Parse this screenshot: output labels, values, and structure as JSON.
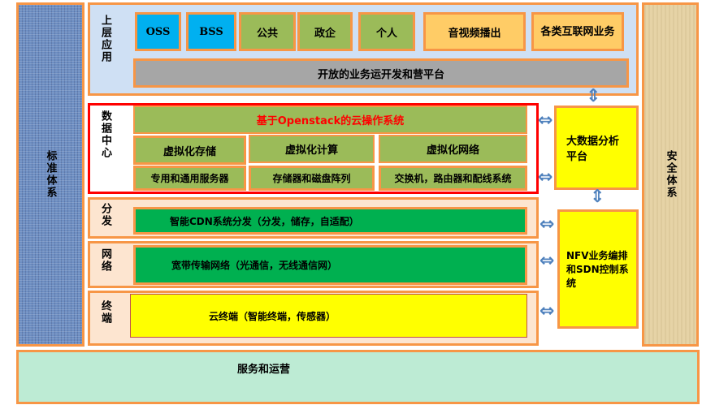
{
  "standard": "标准体系",
  "security": "安全体系",
  "upper": {
    "label": "上层应用",
    "apps": [
      "OSS",
      "BSS",
      "公共",
      "政企",
      "个人",
      "音视频播出",
      "各类互联网业务"
    ],
    "platform": "开放的业务运开发和营平台"
  },
  "datacenter": {
    "label": "数据中心",
    "os": "基于Openstack的云操作系统",
    "virt": [
      "虚拟化存储",
      "虚拟化计算",
      "虚拟化网络"
    ],
    "hw": [
      "专用和通用服务器",
      "存储器和磁盘阵列",
      "交换机，路由器和配线系统"
    ]
  },
  "distribution": {
    "label": "分发",
    "content": "智能CDN系统分发（分发，储存，自适配）"
  },
  "network": {
    "label": "网络",
    "content": "宽带传输网络（光通信，无线通信网）"
  },
  "terminal": {
    "label": "终端",
    "content": "云终端（智能终端，传感器）"
  },
  "bigdata": "大数据分析平台",
  "nfv": "NFV业务编排和SDN控制系统",
  "service": "服务和运营"
}
